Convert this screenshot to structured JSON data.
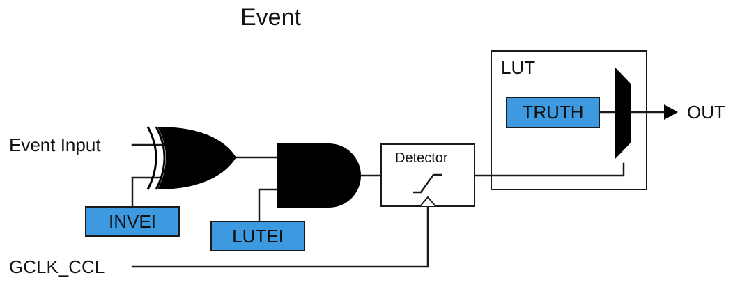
{
  "title": "Event",
  "inputs": {
    "event_input": "Event Input",
    "gclk": "GCLK_CCL"
  },
  "registers": {
    "invei": "INVEI",
    "lutei": "LUTEI",
    "truth": "TRUTH"
  },
  "blocks": {
    "detector": "Detector",
    "lut": "LUT"
  },
  "output": "OUT",
  "colors": {
    "register_fill": "#3d9ae0",
    "line": "#1a1a1a",
    "gate_fill": "#000000"
  }
}
